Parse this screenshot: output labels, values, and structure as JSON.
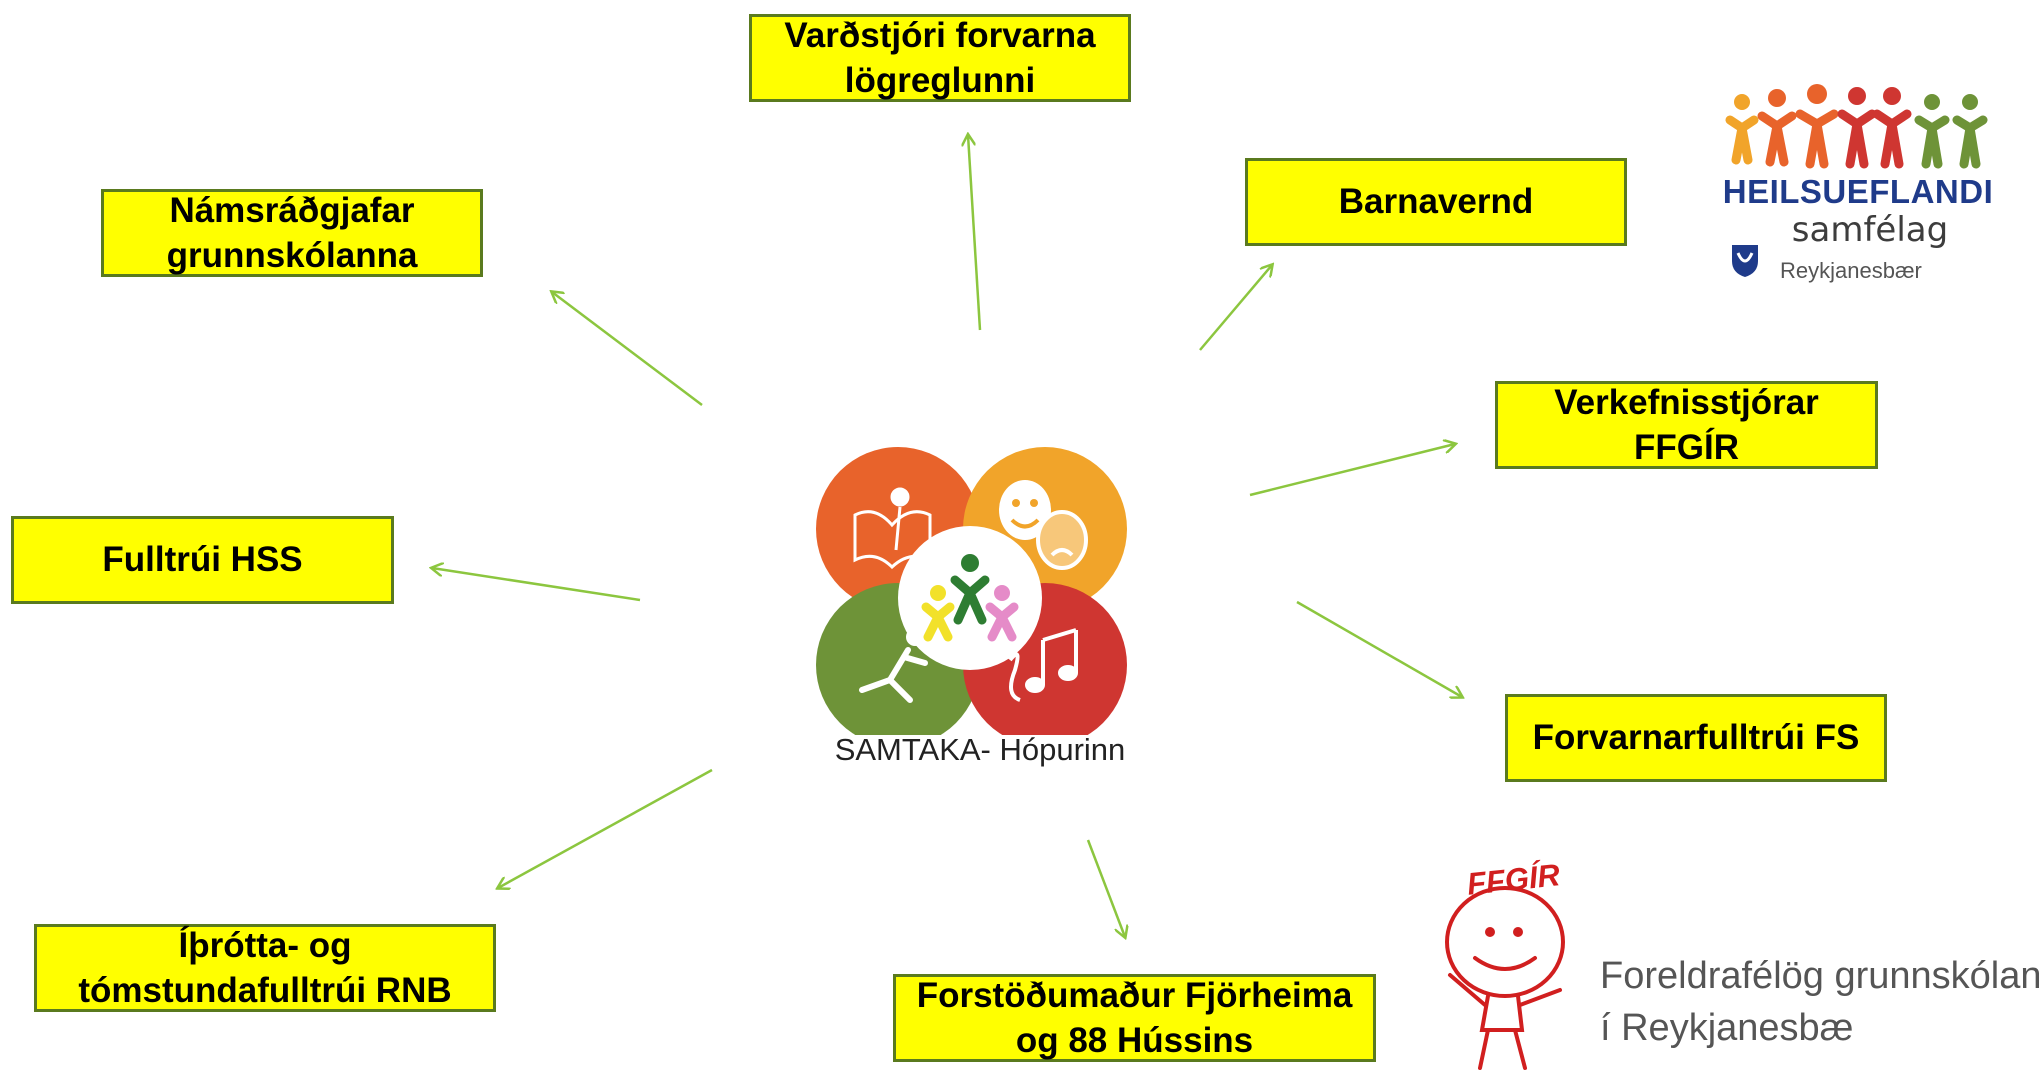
{
  "hub": {
    "caption": "SAMTAKA- Hópurinn"
  },
  "colors": {
    "box_fill": "#ffff00",
    "box_border": "#5a7a1e",
    "arrow": "#8cc63f",
    "circle_orange": "#e8632b",
    "circle_yellow": "#f1a42a",
    "circle_green": "#6e9338",
    "circle_red": "#cf3631"
  },
  "boxes": [
    {
      "id": "vardstjori",
      "label": "Varðstjóri forvarna\nlögreglunni"
    },
    {
      "id": "barnavernd",
      "label": "Barnavernd"
    },
    {
      "id": "namsradgjafar",
      "label": "Námsráðgjafar\ngrunnskólanna"
    },
    {
      "id": "verkefnisstjorar",
      "label": "Verkefnisstjórar\nFFGÍR"
    },
    {
      "id": "fulltrui-hss",
      "label": "Fulltrúi HSS"
    },
    {
      "id": "forvarnarfulltrui",
      "label": "Forvarnarfulltrúi FS"
    },
    {
      "id": "ithrotta",
      "label": "Íþrótta- og\ntómstundafulltrúi RNB"
    },
    {
      "id": "forstodumadur",
      "label": "Forstöðumaður Fjörheima\nog 88 Hússins"
    }
  ],
  "logos": {
    "heilsueflandi": {
      "title": "HEILSUEFLANDI",
      "subtitle": "samfélag",
      "town": "Reykjanesbær"
    },
    "ffgir": {
      "tag": "FFGÍR",
      "line1": "Foreldrafélög grunnskólanna",
      "line2": "í Reykjanesbæ"
    }
  },
  "icons": [
    "book-reader-icon",
    "theater-masks-icon",
    "runner-icon",
    "music-notes-icon",
    "people-figures-icon",
    "smiley-figure-icon",
    "shield-icon"
  ]
}
